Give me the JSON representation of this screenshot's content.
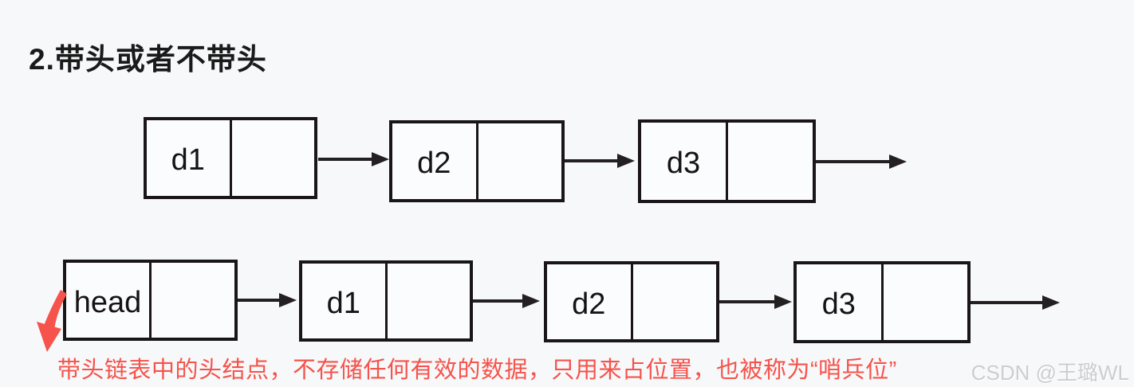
{
  "title": "2.带头或者不带头",
  "diagram": {
    "rows": [
      {
        "nodes": [
          {
            "label": "d1"
          },
          {
            "label": "d2"
          },
          {
            "label": "d3"
          }
        ]
      },
      {
        "nodes": [
          {
            "label": "head"
          },
          {
            "label": "d1"
          },
          {
            "label": "d2"
          },
          {
            "label": "d3"
          }
        ]
      }
    ],
    "annotation": "带头链表中的头结点，不存储任何有效的数据，只用来占位置，也被称为“哨兵位”"
  },
  "watermark": "CSDN @王璐WL",
  "icons": {
    "next_pointer_arrow": "right-arrow",
    "sentinel_annotation_arrow": "red-down-left-arrow"
  },
  "colors": {
    "background": "#f7f8fa",
    "node_fill": "#fbfcfd",
    "node_border": "#1a1617",
    "arrow": "#241f21",
    "annotation_red": "#f5534b",
    "watermark_gray": "#cdcdcd",
    "ink": "#1a1a1a"
  }
}
